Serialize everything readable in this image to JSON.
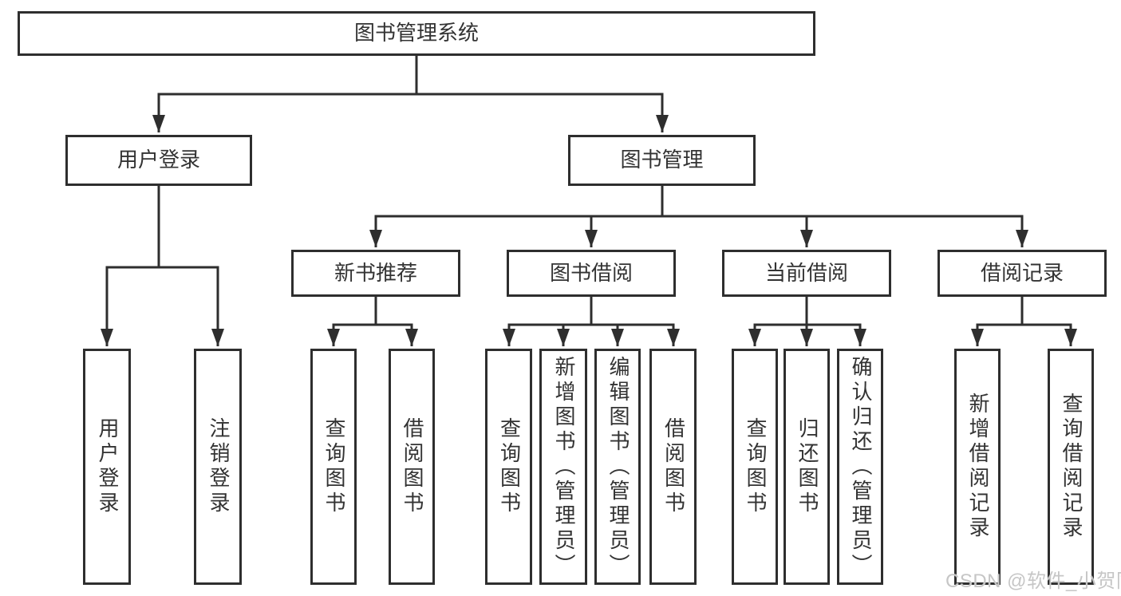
{
  "diagram": {
    "root": "图书管理系统",
    "level2": [
      "用户登录",
      "图书管理"
    ],
    "level3": [
      "新书推荐",
      "图书借阅",
      "当前借阅",
      "借阅记录"
    ],
    "leaves": [
      "用户登录",
      "注销登录",
      "查询图书",
      "借阅图书",
      "查询图书",
      "新增图书（管理员）",
      "编辑图书（管理员）",
      "借阅图书",
      "查询图书",
      "归还图书",
      "确认归还（管理员）",
      "新增借阅记录",
      "查询借阅记录"
    ]
  },
  "watermark": "CSDN @软件_小贺同学",
  "colors": {
    "line": "#2e2e2e",
    "box_border": "#2e2e2e",
    "text": "#333333",
    "watermark": "#c6c6c6",
    "background": "#ffffff"
  }
}
